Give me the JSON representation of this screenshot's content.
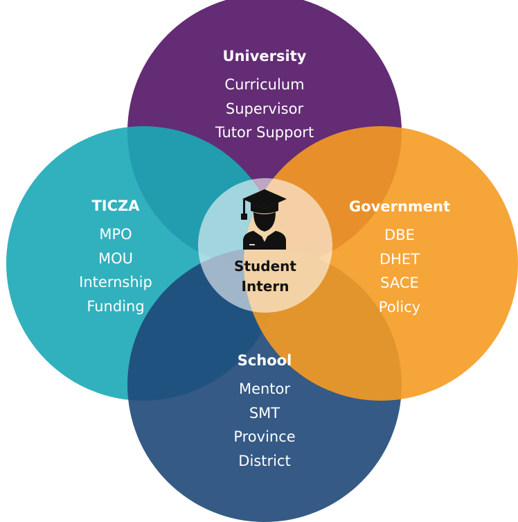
{
  "diagram": {
    "circles": [
      {
        "id": "university",
        "title": "University",
        "color": "#5e2570",
        "items": [
          "Curriculum",
          "Supervisor",
          "Tutor Support"
        ]
      },
      {
        "id": "ticza",
        "title": "TICZA",
        "color": "#1ba8b6",
        "items": [
          "MPO",
          "MOU",
          "Internship",
          "Funding"
        ]
      },
      {
        "id": "government",
        "title": "Government",
        "color": "#f59b24",
        "items": [
          "DBE",
          "DHET",
          "SACE",
          "Policy"
        ]
      },
      {
        "id": "school",
        "title": "School",
        "color": "#1f4878",
        "items": [
          "Mentor",
          "SMT",
          "Province",
          "District"
        ]
      }
    ],
    "center": {
      "line1": "Student",
      "line2": "Intern",
      "icon": "graduate-student-icon"
    }
  }
}
